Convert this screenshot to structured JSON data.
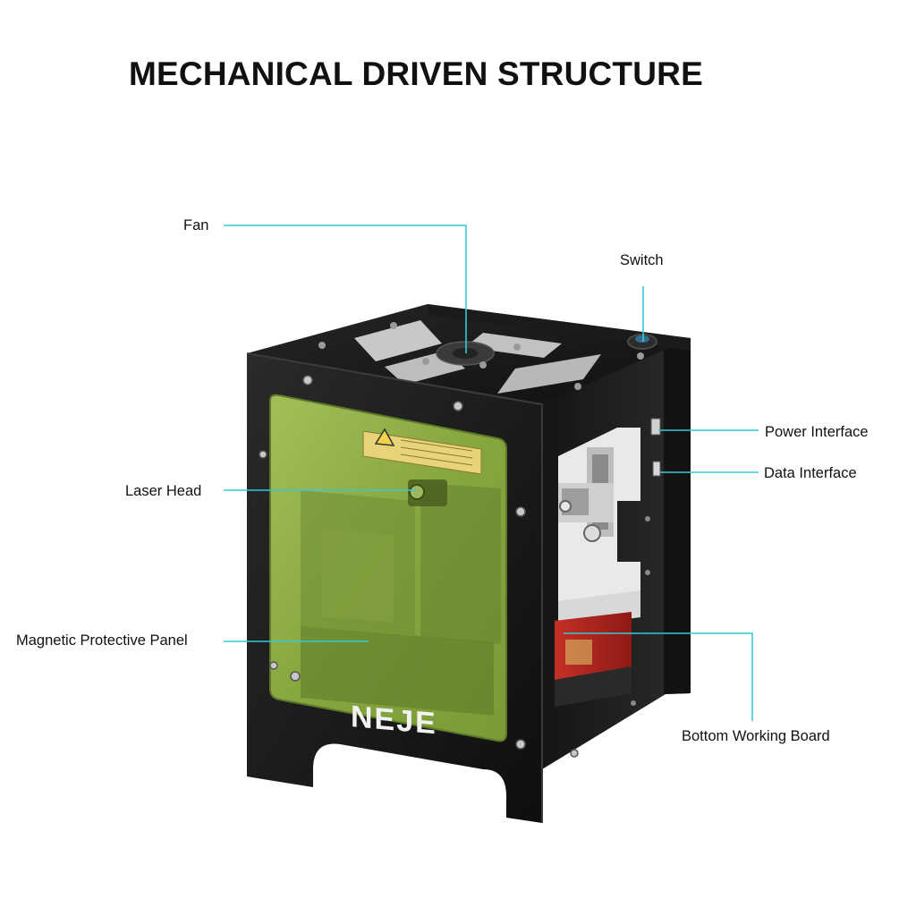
{
  "page": {
    "title": "MECHANICAL DRIVEN STRUCTURE"
  },
  "product": {
    "brand": "NEJE",
    "warning_sticker": "laser warning label"
  },
  "callouts": {
    "fan": "Fan",
    "switch": "Switch",
    "power_interface": "Power Interface",
    "data_interface": "Data Interface",
    "laser_head": "Laser Head",
    "magnetic_protective_panel": "Magnetic Protective Panel",
    "bottom_working_board": "Bottom Working Board"
  },
  "colors": {
    "leader_line": "#36c9d6",
    "frame": "#1a1a1a",
    "panel": "#8fb04a",
    "board": "#b8241e"
  }
}
